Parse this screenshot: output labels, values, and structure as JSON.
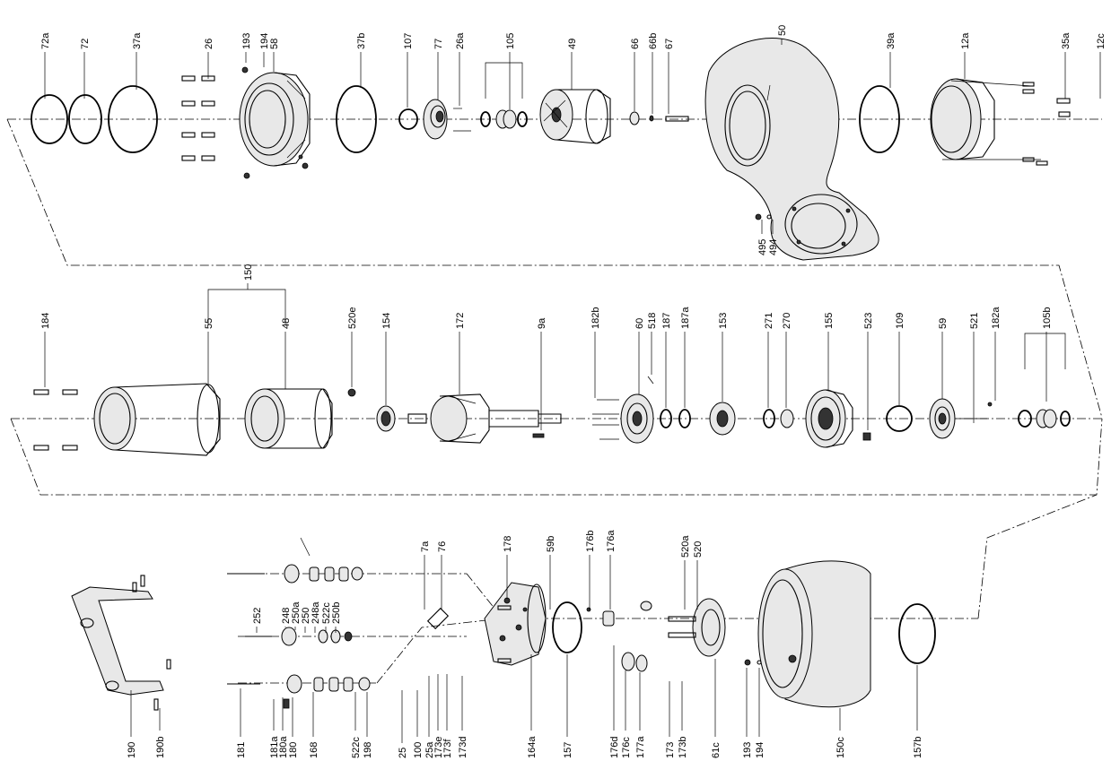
{
  "labels": {
    "row1": [
      "72a",
      "72",
      "37a",
      "26",
      "193",
      "194",
      "58",
      "37b",
      "107",
      "77",
      "26a",
      "105",
      "49",
      "66",
      "66b",
      "67",
      "50",
      "39a",
      "12a",
      "35a",
      "12c",
      "495",
      "494"
    ],
    "row2": [
      "184",
      "150",
      "55",
      "48",
      "520e",
      "154",
      "172",
      "9a",
      "182b",
      "60",
      "518",
      "187",
      "187a",
      "153",
      "271",
      "270",
      "155",
      "523",
      "109",
      "59",
      "521",
      "182a",
      "105b"
    ],
    "row3": [
      "7a",
      "76",
      "178",
      "59b",
      "176b",
      "176a",
      "520a",
      "520",
      "252",
      "248",
      "250a",
      "250",
      "248a",
      "522c",
      "250b",
      "190",
      "190b",
      "181",
      "181a",
      "180a",
      "180",
      "168",
      "522c",
      "198",
      "25",
      "100",
      "25a",
      "173e",
      "173f",
      "173d",
      "164a",
      "157",
      "176d",
      "176c",
      "177a",
      "173",
      "173b",
      "61c",
      "193",
      "194",
      "150c",
      "157b"
    ]
  }
}
